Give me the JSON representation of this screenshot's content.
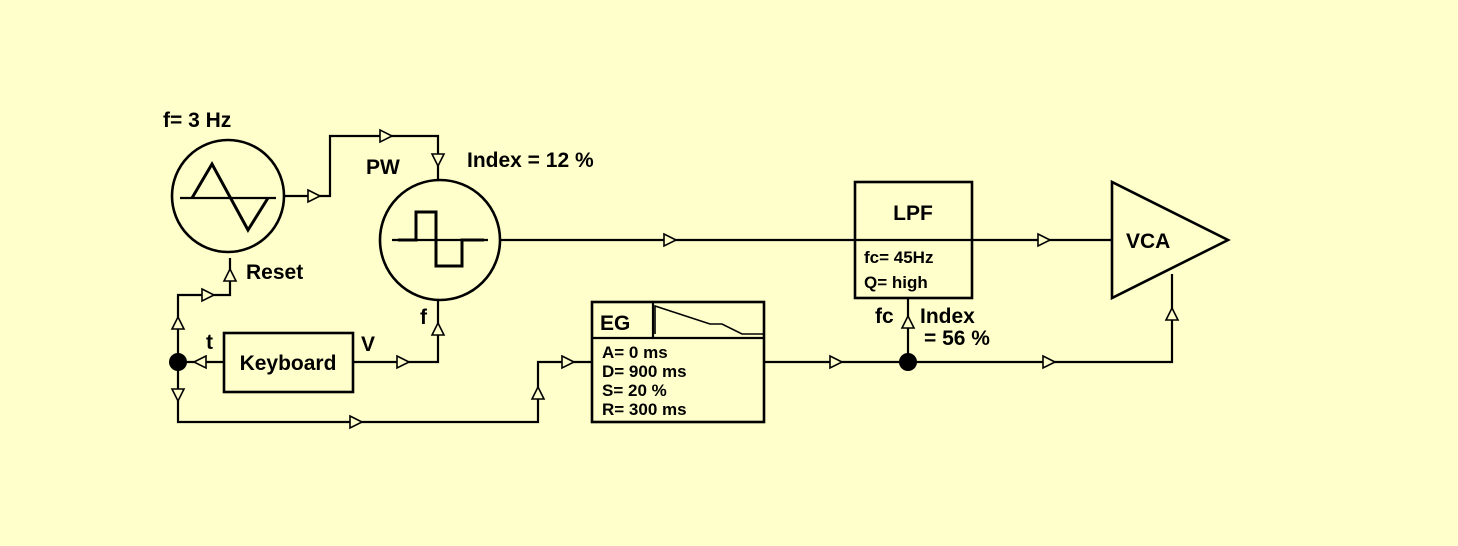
{
  "lfo": {
    "freq_label": "f= 3 Hz",
    "reset_label": "Reset"
  },
  "pulse_osc": {
    "pw_label": "PW",
    "index_label": "Index = 12 %",
    "f_label": "f"
  },
  "keyboard": {
    "title": "Keyboard",
    "t_label": "t",
    "v_label": "V"
  },
  "eg": {
    "title": "EG",
    "params": [
      "A= 0 ms",
      "D= 900 ms",
      "S= 20 %",
      "R= 300 ms"
    ]
  },
  "lpf": {
    "title": "LPF",
    "fc_value": "fc= 45Hz",
    "q_value": "Q= high",
    "fc_input_label": "fc",
    "index_line1": "Index",
    "index_line2": "= 56 %"
  },
  "vca": {
    "title": "VCA"
  }
}
